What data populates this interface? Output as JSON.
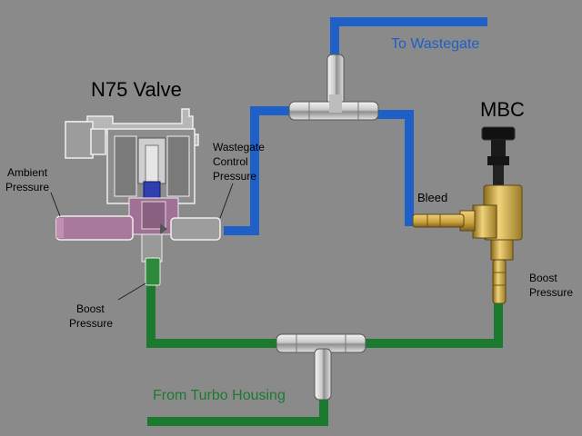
{
  "labels": {
    "n75_valve": "N75 Valve",
    "mbc": "MBC",
    "to_wastegate": "To Wastegate",
    "from_turbo": "From Turbo Housing",
    "bleed": "Bleed",
    "ambient_1": "Ambient",
    "ambient_2": "Pressure",
    "wastegate_ctrl_1": "Wastegate",
    "wastegate_ctrl_2": "Control",
    "wastegate_ctrl_3": "Pressure",
    "boost_left_1": "Boost",
    "boost_left_2": "Pressure",
    "boost_right_1": "Boost",
    "boost_right_2": "Pressure"
  },
  "colors": {
    "background": "#8a8a8a",
    "blue_hose": "#1f5fc8",
    "green_hose": "#1c7a2e",
    "blue_text": "#1f5fc8",
    "green_text": "#1c7a2e",
    "brass": "#c9a23c",
    "valve_pink": "#a8799a"
  }
}
